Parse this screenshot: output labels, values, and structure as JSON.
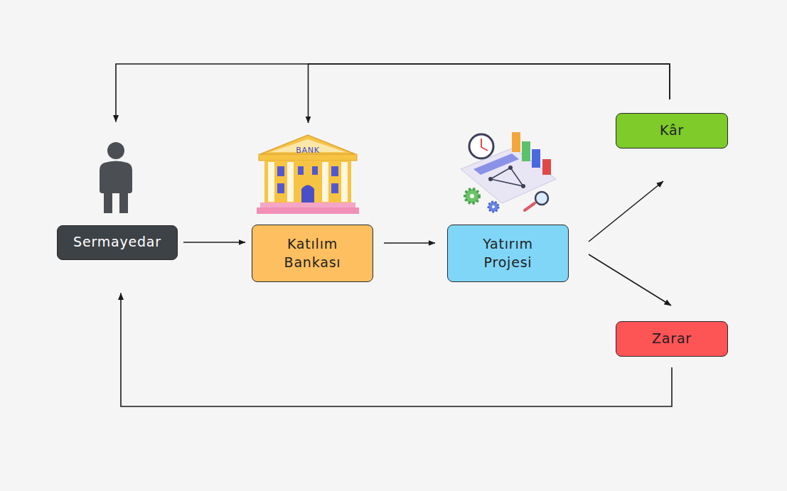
{
  "diagram": {
    "nodes": [
      {
        "text": [
          "Sermayedar"
        ]
      },
      {
        "text": [
          "Katılım Bankası"
        ]
      },
      {
        "text": [
          "Yatırım Projesi"
        ]
      },
      {
        "text": [
          "Kâr"
        ]
      },
      {
        "text": [
          "Zarar"
        ]
      }
    ],
    "edges": [
      {
        "from": 0,
        "to": 1,
        "arrow": "to"
      },
      {
        "from": 1,
        "to": 2,
        "arrow": "to"
      },
      {
        "from": 2,
        "to": 3,
        "arrow": "to"
      },
      {
        "from": 2,
        "to": 4,
        "arrow": "to"
      },
      {
        "from": 3,
        "to": 0,
        "arrow": "to"
      },
      {
        "from": 3,
        "to": 1,
        "arrow": "to"
      },
      {
        "from": 4,
        "to": 0,
        "arrow": "to"
      }
    ],
    "labels": [
      "BANK"
    ]
  }
}
